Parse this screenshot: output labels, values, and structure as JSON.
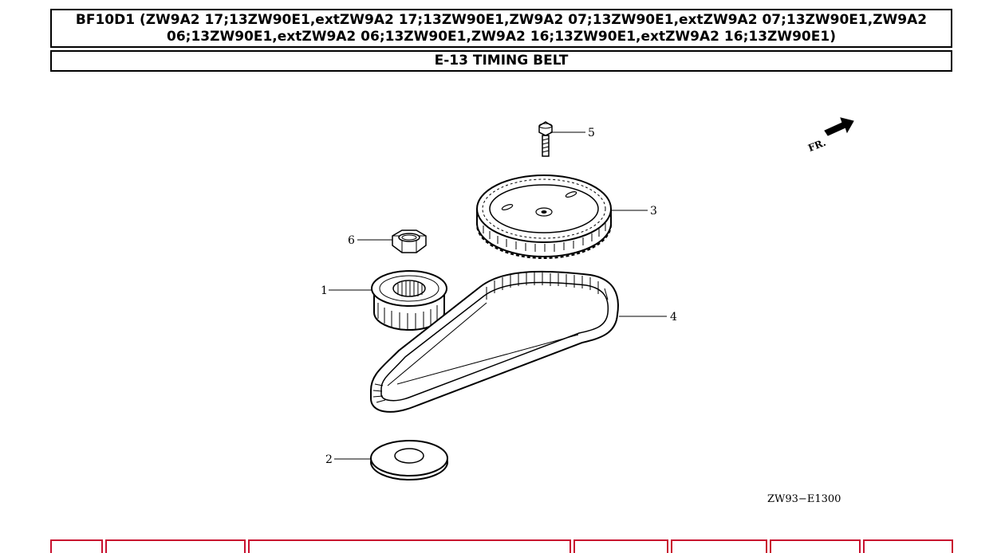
{
  "header": {
    "model_line1": "BF10D1 (ZW9A2 17;13ZW90E1,extZW9A2 17;13ZW90E1,ZW9A2 07;13ZW90E1,extZW9A2 07;13ZW90E1,ZW9A2",
    "model_line2": "06;13ZW90E1,extZW9A2 06;13ZW90E1,ZW9A2 16;13ZW90E1,extZW9A2 16;13ZW90E1)",
    "section_title": "E-13 TIMING BELT"
  },
  "diagram": {
    "callouts": [
      "1",
      "2",
      "3",
      "4",
      "5",
      "6"
    ],
    "direction_label": "FR.",
    "drawing_code": "ZW93−E1300"
  },
  "colors": {
    "line": "#000000",
    "bottom_bar_border": "#c8102e"
  }
}
